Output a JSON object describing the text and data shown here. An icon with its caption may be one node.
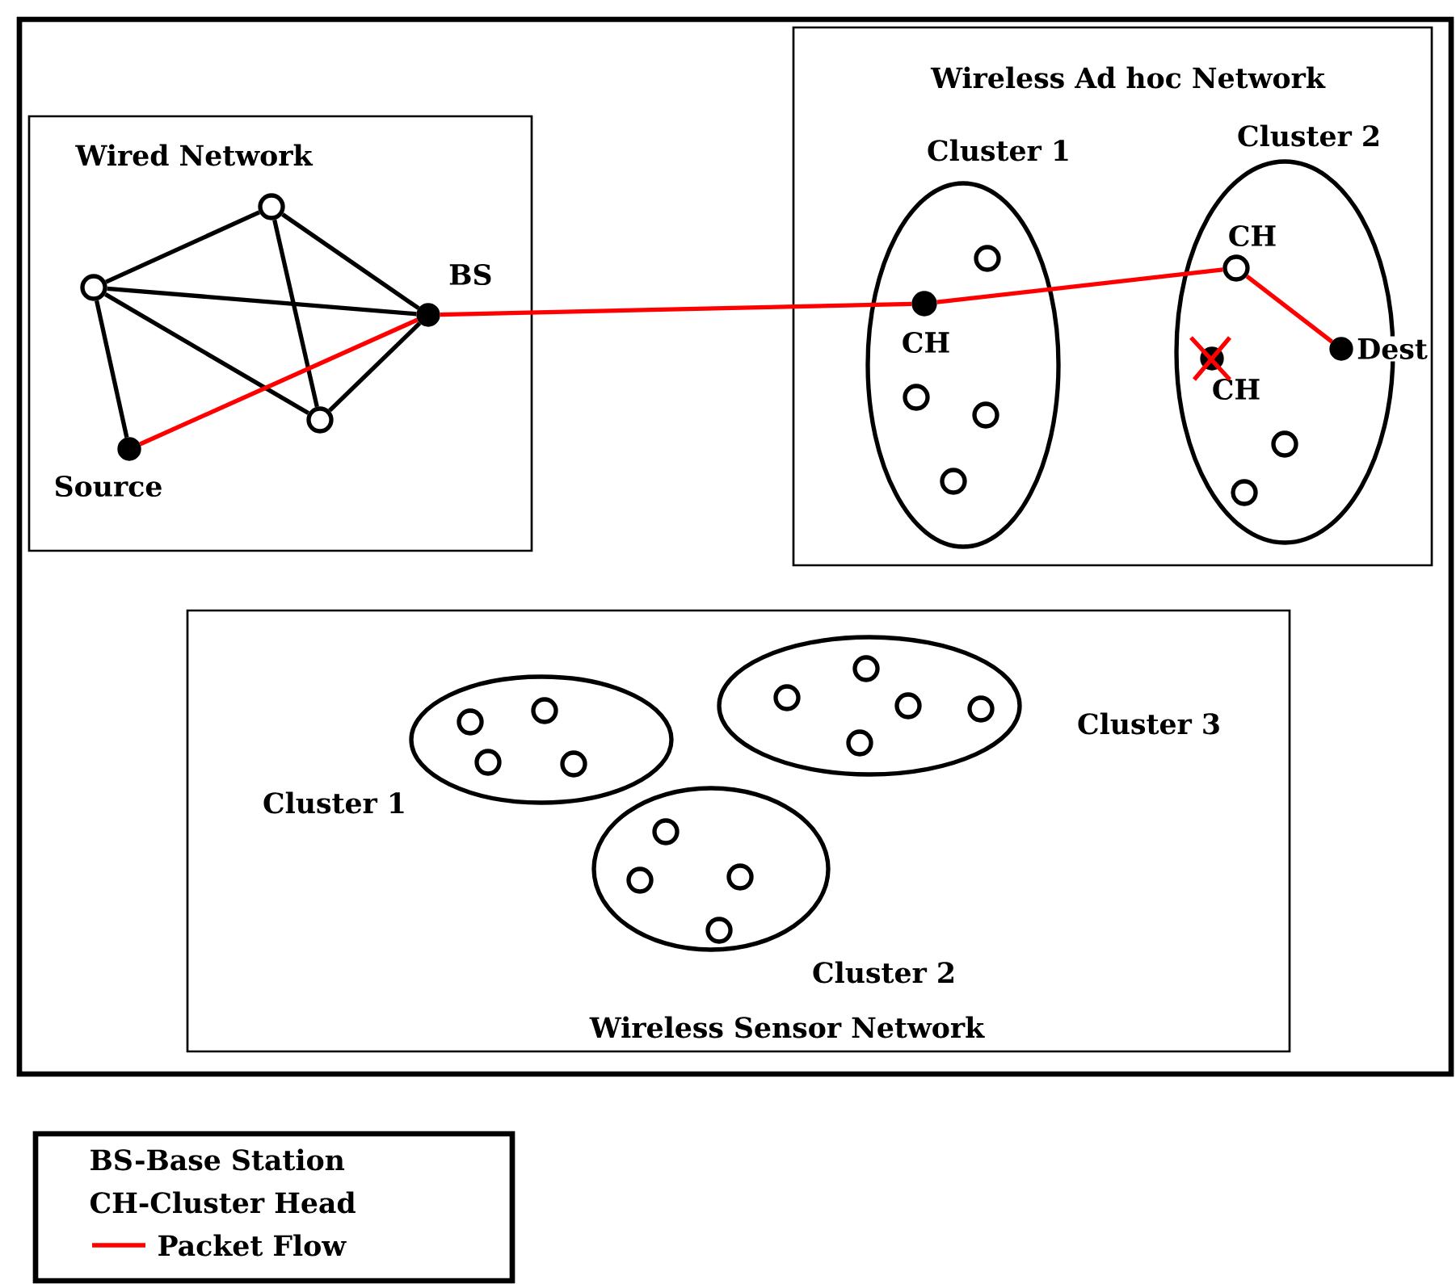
{
  "diagram": {
    "nodes": [
      {
        "text": [
          "Wired Network"
        ]
      },
      {
        "text": [],
        "shape": "circle",
        "in": 0
      },
      {
        "text": [],
        "shape": "circle",
        "in": 0
      },
      {
        "text": [],
        "shape": "circle",
        "in": 0
      },
      {
        "text": [],
        "shape": "circle",
        "in": 0,
        "beside": [
          "BS"
        ]
      },
      {
        "text": [],
        "shape": "circle",
        "in": 0,
        "beside": [
          "Source"
        ]
      },
      {
        "text": [
          "Wireless Ad hoc Network"
        ]
      },
      {
        "text": [
          "Cluster 1"
        ],
        "in": 6
      },
      {
        "text": [],
        "shape": "circle",
        "in": 7,
        "beside": [
          "CH"
        ]
      },
      {
        "text": [],
        "shape": "circle",
        "in": 7
      },
      {
        "text": [],
        "shape": "circle",
        "in": 7
      },
      {
        "text": [],
        "shape": "circle",
        "in": 7
      },
      {
        "text": [],
        "shape": "circle",
        "in": 7
      },
      {
        "text": [
          "Cluster 2"
        ],
        "in": 6
      },
      {
        "text": [],
        "shape": "circle",
        "in": 13,
        "beside": [
          "CH"
        ]
      },
      {
        "text": [],
        "shape": "circle",
        "in": 13,
        "beside": [
          "CH"
        ]
      },
      {
        "text": [],
        "shape": "circle",
        "in": 13,
        "beside": [
          "Dest"
        ]
      },
      {
        "text": [],
        "shape": "circle",
        "in": 13
      },
      {
        "text": [],
        "shape": "circle",
        "in": 13
      },
      {
        "text": [
          "Wireless Sensor Network"
        ]
      },
      {
        "text": [
          "Cluster 1"
        ],
        "in": 19
      },
      {
        "text": [],
        "shape": "circle",
        "in": 20
      },
      {
        "text": [],
        "shape": "circle",
        "in": 20
      },
      {
        "text": [],
        "shape": "circle",
        "in": 20
      },
      {
        "text": [],
        "shape": "circle",
        "in": 20
      },
      {
        "text": [
          "Cluster 3"
        ],
        "in": 19
      },
      {
        "text": [],
        "shape": "circle",
        "in": 25
      },
      {
        "text": [],
        "shape": "circle",
        "in": 25
      },
      {
        "text": [],
        "shape": "circle",
        "in": 25
      },
      {
        "text": [],
        "shape": "circle",
        "in": 25
      },
      {
        "text": [],
        "shape": "circle",
        "in": 25
      },
      {
        "text": [
          "Cluster 2"
        ],
        "in": 19
      },
      {
        "text": [],
        "shape": "circle",
        "in": 31
      },
      {
        "text": [],
        "shape": "circle",
        "in": 31
      },
      {
        "text": [],
        "shape": "circle",
        "in": 31
      },
      {
        "text": [],
        "shape": "circle",
        "in": 31
      }
    ],
    "edges": [
      {
        "from": 2,
        "to": 1,
        "arrow": "none"
      },
      {
        "from": 2,
        "to": 4,
        "arrow": "none"
      },
      {
        "from": 2,
        "to": 3,
        "arrow": "none"
      },
      {
        "from": 2,
        "to": 5,
        "arrow": "none"
      },
      {
        "from": 1,
        "to": 4,
        "arrow": "none"
      },
      {
        "from": 1,
        "to": 3,
        "arrow": "none"
      },
      {
        "from": 3,
        "to": 4,
        "arrow": "none"
      },
      {
        "from": 5,
        "to": 4,
        "arrow": "none",
        "color": "#ff0000"
      },
      {
        "from": 4,
        "to": 8,
        "arrow": "none",
        "color": "#ff0000"
      },
      {
        "from": 8,
        "to": 14,
        "arrow": "none",
        "color": "#ff0000"
      },
      {
        "from": 14,
        "to": 16,
        "arrow": "none",
        "color": "#ff0000"
      }
    ],
    "legend": [
      {
        "text": "BS-Base Station"
      },
      {
        "text": "CH-Cluster Head"
      },
      {
        "text": "Packet Flow"
      }
    ]
  }
}
